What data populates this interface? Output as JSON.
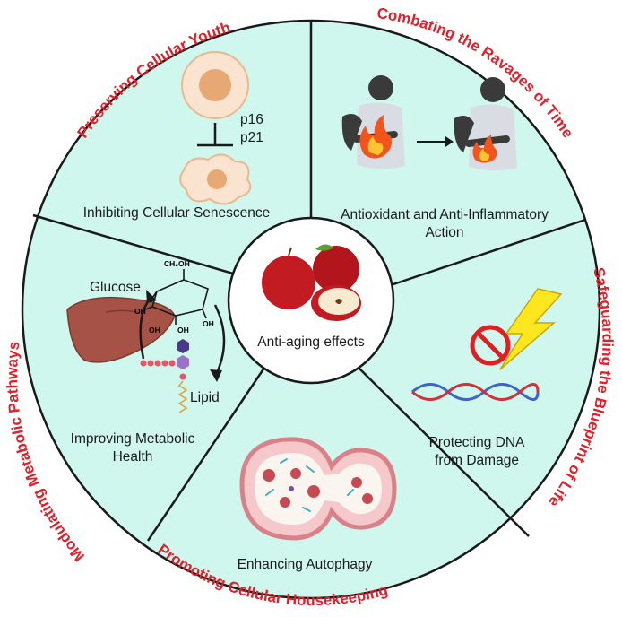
{
  "diagram": {
    "center_label": "Anti-aging effects",
    "arc_titles": {
      "top_left": "Preserving Cellular Youth",
      "top_right": "Combating the Ravages of Time",
      "right": "Safeguarding the Blueprint of Life",
      "bottom": "Promoting Cellular Housekeeping",
      "left": "Modulating Metabolic Pathways"
    },
    "segments": {
      "senescence": {
        "label": "Inhibiting Cellular Senescence",
        "marker_1": "p16",
        "marker_2": "p21"
      },
      "antioxidant": {
        "line_1": "Antioxidant and Anti-Inflammatory",
        "line_2": "Action"
      },
      "dna": {
        "line_1": "Protecting DNA",
        "line_2": "from Damage"
      },
      "autophagy": {
        "label": "Enhancing Autophagy"
      },
      "metabolic": {
        "line_1": "Improving Metabolic",
        "line_2": "Health",
        "glucose_label": "Glucose",
        "lipid_label": "Lipid",
        "ch2oh": "CH₂OH",
        "oh": "OH"
      }
    },
    "colors": {
      "segment_fill": "#cff7ee",
      "title_red": "#e0202a",
      "outline": "#1a1a1a"
    }
  }
}
